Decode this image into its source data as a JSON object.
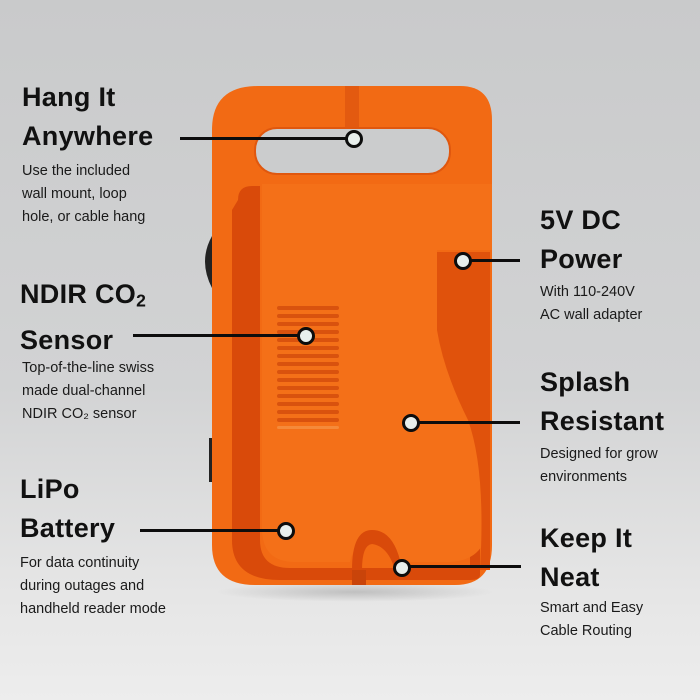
{
  "colors": {
    "background": "#cfd0d1",
    "device_orange": "#f26a14",
    "device_groove": "#d94a0a",
    "text": "#111111",
    "marker_fill": "#e8efec"
  },
  "callouts": [
    {
      "id": "hang",
      "title_line1": "Hang It",
      "title_line2": "Anywhere",
      "desc_lines": [
        "Use the included",
        "wall mount, loop",
        "hole, or cable hang"
      ]
    },
    {
      "id": "sensor",
      "title_line1": "NDIR CO",
      "title_line1_sub": "2",
      "title_line2": "Sensor",
      "desc_lines": [
        "Top-of-the-line swiss",
        "made dual-channel",
        "NDIR CO₂ sensor"
      ]
    },
    {
      "id": "battery",
      "title_line1": "LiPo",
      "title_line2": "Battery",
      "desc_lines": [
        "For data continuity",
        "during outages and",
        "handheld reader mode"
      ]
    },
    {
      "id": "power",
      "title_line1": "5V DC",
      "title_line2": "Power",
      "desc_lines": [
        "With 110-240V",
        "AC wall adapter"
      ]
    },
    {
      "id": "splash",
      "title_line1": "Splash",
      "title_line2": "Resistant",
      "desc_lines": [
        "Designed for grow",
        "environments"
      ]
    },
    {
      "id": "neat",
      "title_line1": "Keep It",
      "title_line2": "Neat",
      "desc_lines": [
        "Smart and Easy",
        "Cable Routing"
      ]
    }
  ]
}
